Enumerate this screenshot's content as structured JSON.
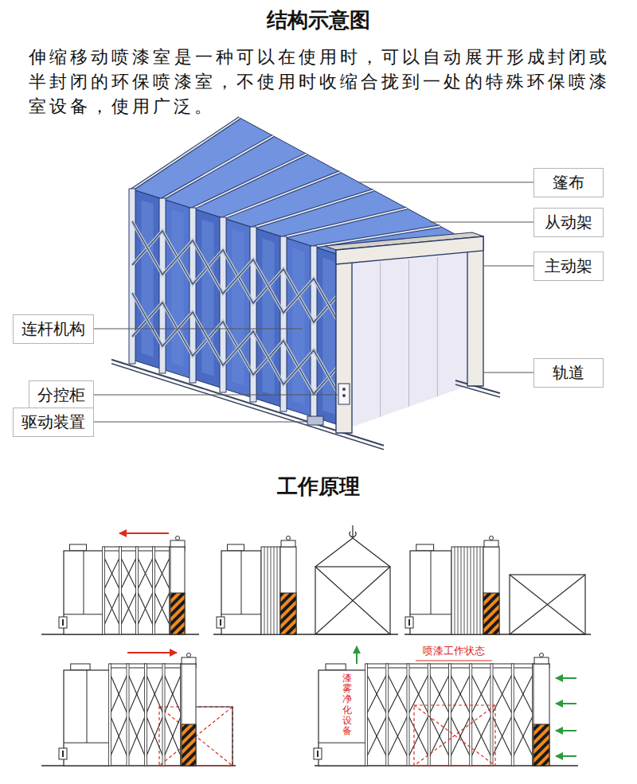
{
  "diagram": {
    "title": "结构示意图",
    "nodes": [
      {
        "text": [
          "篷布"
        ]
      },
      {
        "text": [
          "从动架"
        ]
      },
      {
        "text": [
          "主动架"
        ]
      },
      {
        "text": [
          "连杆机构"
        ]
      },
      {
        "text": [
          "轨道"
        ]
      },
      {
        "text": [
          "分控柜"
        ]
      },
      {
        "text": [
          "驱动装置"
        ]
      }
    ],
    "labels": [
      "伸缩移动喷漆室是一种可以在使用时，可以自动展开形成封闭或半封闭的环保喷漆室，不使用时收缩合拢到一处的特殊环保喷漆室设备，使用广泛。",
      "工作原理",
      "喷漆工作状态",
      "漆雾净化设备"
    ]
  }
}
